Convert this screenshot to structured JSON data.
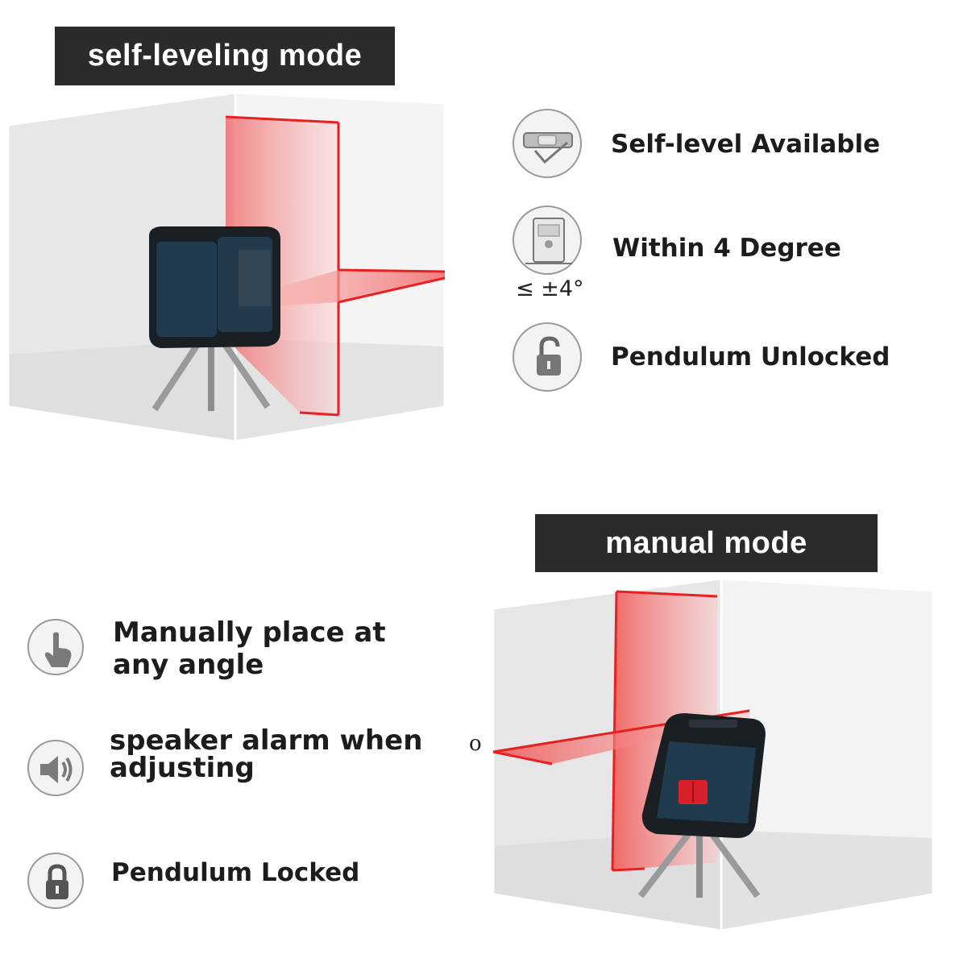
{
  "self_leveling": {
    "title": "self-leveling mode",
    "features": [
      {
        "icon": "level-check-icon",
        "label": "Self-level Available"
      },
      {
        "icon": "tilt-icon",
        "label": "Within 4 Degree",
        "sub": "≤ ±4°"
      },
      {
        "icon": "unlocked-padlock-icon",
        "label": "Pendulum Unlocked"
      }
    ]
  },
  "manual": {
    "title": "manual mode",
    "features": [
      {
        "icon": "hand-pointer-icon",
        "label_line1": "Manually place at",
        "label_line2": "any angle"
      },
      {
        "icon": "speaker-icon",
        "label_line1": "speaker alarm when",
        "label_line2": "adjusting"
      },
      {
        "icon": "locked-padlock-icon",
        "label": "Pendulum Locked"
      }
    ],
    "stray_mark": "o"
  },
  "colors": {
    "banner": "#2b2b2b",
    "laser": "#e8201f",
    "device": "#1f3b4d"
  }
}
